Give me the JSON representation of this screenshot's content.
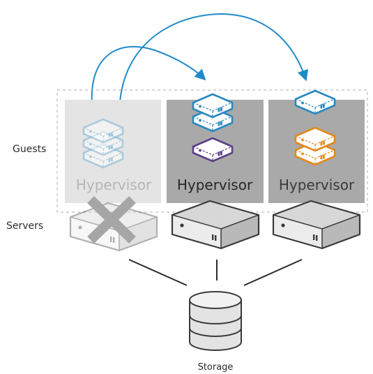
{
  "labels": {
    "guests": "Guests",
    "servers": "Servers",
    "storage": "Storage"
  },
  "hypervisors": [
    {
      "label": "Hypervisor",
      "state": "failed"
    },
    {
      "label": "Hypervisor",
      "state": "active"
    },
    {
      "label": "Hypervisor",
      "state": "active"
    }
  ],
  "colors": {
    "migration_arrow": "#1f8ac9",
    "guest_blue": "#2a88c0",
    "guest_purple": "#5b3f87",
    "guest_orange": "#e08a1f",
    "hypervisor_active_bg": "#a9a9a9",
    "hypervisor_failed_bg": "#e4e4e4",
    "failed_x": "#a6a6a6",
    "server_body": "#cfcfcf",
    "storage_body": "#dedede"
  },
  "icons": {
    "guest": "vm-box-icon",
    "server": "rack-server-icon",
    "storage": "database-icon",
    "failure": "failed-x-icon"
  }
}
